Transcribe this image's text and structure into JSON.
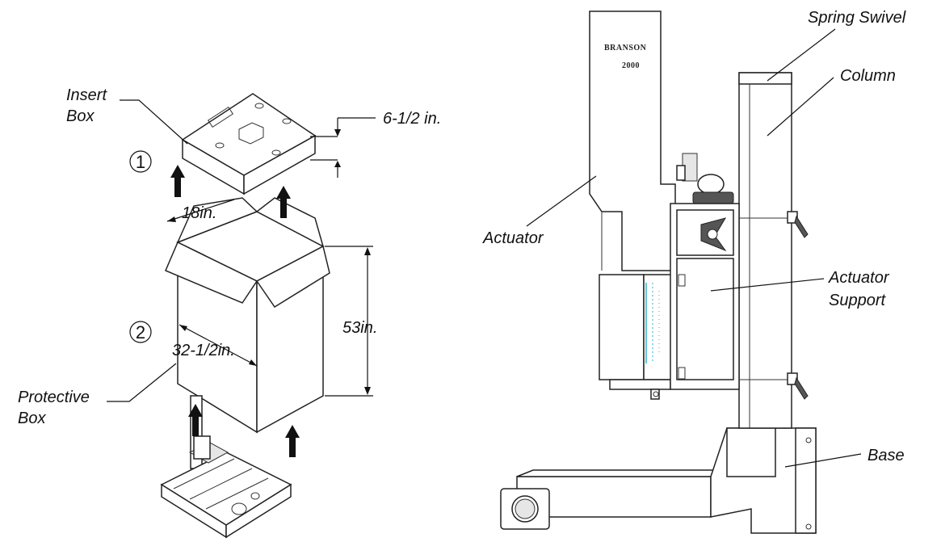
{
  "labels": {
    "insert_box_1": "Insert",
    "insert_box_2": "Box",
    "protective_box_1": "Protective",
    "protective_box_2": "Box",
    "actuator": "Actuator",
    "spring_swivel": "Spring Swivel",
    "column": "Column",
    "actuator_support_1": "Actuator",
    "actuator_support_2": "Support",
    "base": "Base"
  },
  "dimensions": {
    "insert_height": "6-1/2 in.",
    "box_depth": "18in.",
    "box_height": "53in.",
    "box_width": "32-1/2in."
  },
  "steps": {
    "one": "1",
    "two": "2"
  },
  "logo": {
    "brand": "BRANSON",
    "model": "2000"
  },
  "colors": {
    "ink": "#111111",
    "scale_accent": "#2bb4d6"
  }
}
